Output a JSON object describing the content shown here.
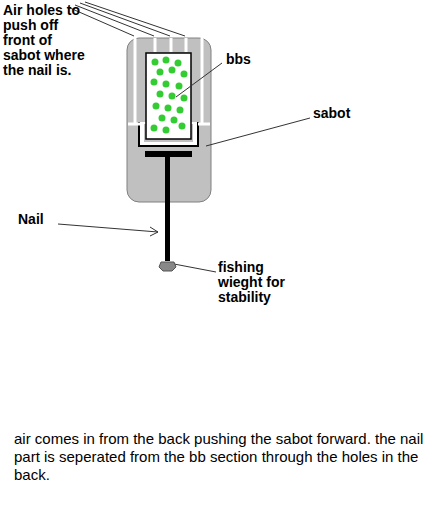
{
  "diagram": {
    "caption": "air comes in from the back pushing the sabot forward. the nail part is seperated from the bb section through the holes in the back.",
    "labels": [
      "Air holes to push off front of sabot where the nail is.",
      "bbs",
      "sabot",
      "Nail",
      "fishing wieght for stability"
    ]
  }
}
